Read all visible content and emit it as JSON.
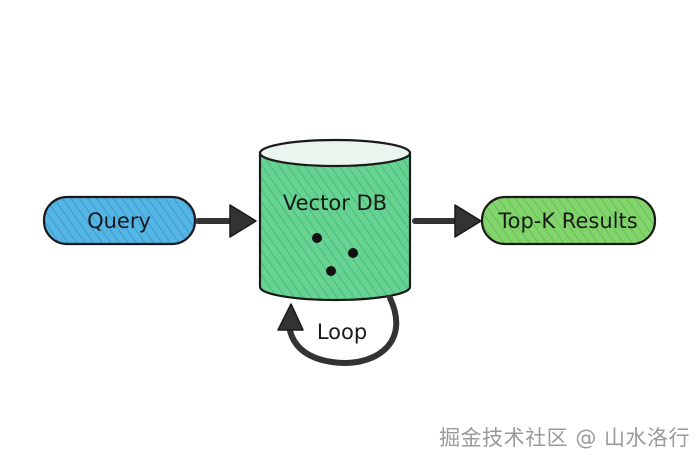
{
  "nodes": {
    "query": {
      "label": "Query"
    },
    "vector_db": {
      "label": "Vector DB"
    },
    "results": {
      "label": "Top-K Results"
    }
  },
  "loop": {
    "label": "Loop"
  },
  "watermark": {
    "text": "掘金技术社区 @ 山水洛行"
  },
  "colors": {
    "query_fill": "#4fb3e3",
    "db_fill": "#63d48f",
    "db_top": "#e9f6ec",
    "results_fill": "#7fd36a",
    "outline": "#1a1a1a",
    "arrow": "#333333"
  }
}
